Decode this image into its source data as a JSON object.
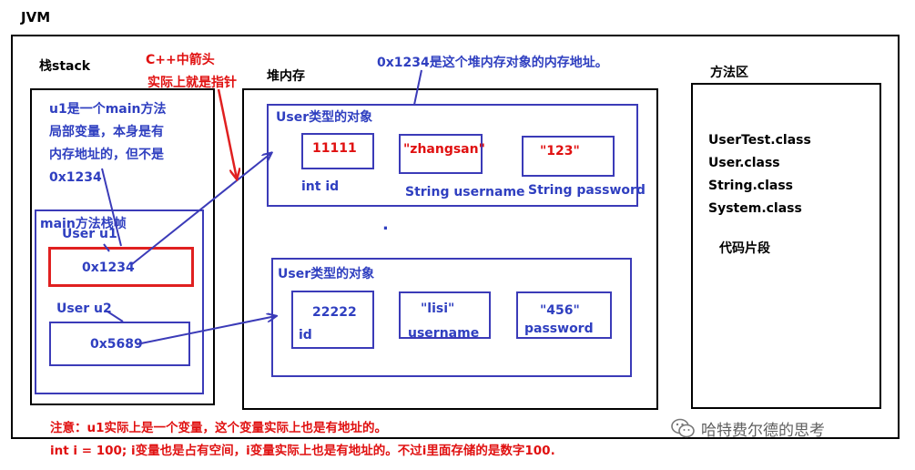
{
  "title": "JVM",
  "stack": {
    "label": "栈stack",
    "desc_lines": [
      "u1是一个main方法",
      "局部变量，本身是有",
      "内存地址的，但不是",
      "0x1234"
    ],
    "frame_label": "main方法栈帧",
    "u1_label": "User u1",
    "u1_value": "0x1234",
    "u2_label": "User u2",
    "u2_value": "0x5689"
  },
  "cpp_note": [
    "C++中箭头",
    "实际上就是指针"
  ],
  "heap": {
    "label": "堆内存",
    "address_note": "0x1234是这个堆内存对象的内存地址。",
    "dot": ".",
    "obj1": {
      "title": "User类型的对象",
      "id_value": "11111",
      "id_label": "int id",
      "username_value": "\"zhangsan\"",
      "username_label": "String username",
      "password_value": "\"123\"",
      "password_label": "String password"
    },
    "obj2": {
      "title": "User类型的对象",
      "id_value": "22222",
      "id_label": "id",
      "username_value": "\"lisi\"",
      "username_label": "username",
      "password_value": "\"456\"",
      "password_label": "password"
    }
  },
  "method_area": {
    "label": "方法区",
    "classes": [
      "UserTest.class",
      "User.class",
      "String.class",
      "System.class"
    ],
    "code_label": "代码片段"
  },
  "notes": [
    "注意：u1实际上是一个变量，这个变量实际上也是有地址的。",
    "int i = 100; i变量也是占有空间，i变量实际上也是有地址的。不过i里面存储的是数字100."
  ],
  "watermark": "哈特费尔德的思考",
  "watermark_icon": "wechat-icon"
}
